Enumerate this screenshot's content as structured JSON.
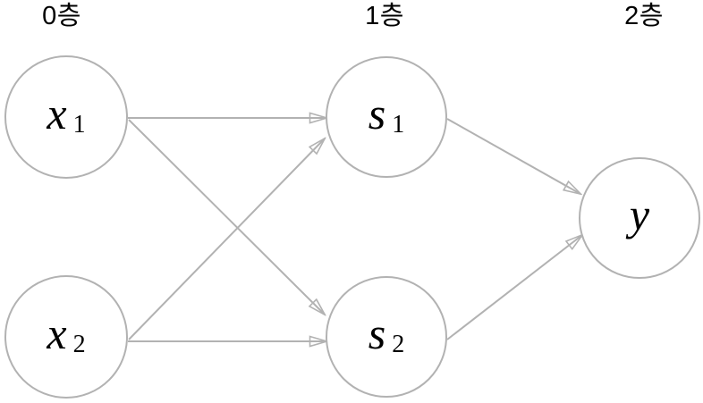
{
  "diagram": {
    "colors": {
      "background": "#ffffff",
      "stroke": "#b2b2b2",
      "text": "#000000"
    },
    "layer_labels": [
      {
        "id": "layer-0",
        "text": "0층"
      },
      {
        "id": "layer-1",
        "text": "1층"
      },
      {
        "id": "layer-2",
        "text": "2층"
      }
    ],
    "nodes": [
      {
        "id": "x1",
        "layer": 0,
        "base": "x",
        "sub": "1"
      },
      {
        "id": "x2",
        "layer": 0,
        "base": "x",
        "sub": "2"
      },
      {
        "id": "s1",
        "layer": 1,
        "base": "s",
        "sub": "1"
      },
      {
        "id": "s2",
        "layer": 1,
        "base": "s",
        "sub": "2"
      },
      {
        "id": "y",
        "layer": 2,
        "base": "y",
        "sub": ""
      }
    ],
    "edges": [
      {
        "from": "x1",
        "to": "s1"
      },
      {
        "from": "x1",
        "to": "s2"
      },
      {
        "from": "x2",
        "to": "s1"
      },
      {
        "from": "x2",
        "to": "s2"
      },
      {
        "from": "s1",
        "to": "y"
      },
      {
        "from": "s2",
        "to": "y"
      }
    ]
  }
}
